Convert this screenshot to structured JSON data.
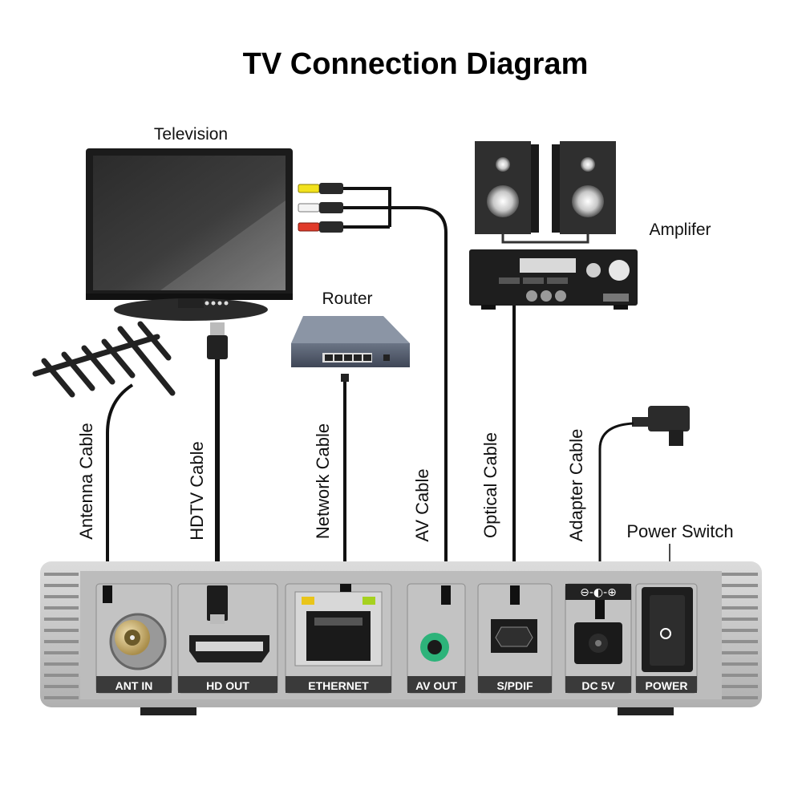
{
  "title": "TV Connection Diagram",
  "devices": {
    "television": "Television",
    "router": "Router",
    "amplifier": "Amplifer"
  },
  "cables": {
    "antenna": "Antenna Cable",
    "hdtv": "HDTV Cable",
    "network": "Network Cable",
    "av": "AV Cable",
    "optical": "Optical Cable",
    "adapter": "Adapter Cable"
  },
  "power_switch": "Power Switch",
  "ports": {
    "ant_in": "ANT IN",
    "hd_out": "HD OUT",
    "ethernet": "ETHERNET",
    "av_out": "AV OUT",
    "spdif": "S/PDIF",
    "dc_5v": "DC 5V",
    "power": "POWER"
  },
  "polarity": "⊖-◐-⊕",
  "colors": {
    "box_body": "#c9c9c9",
    "panel": "#b5b5b5",
    "port_label_bg": "#3a3a3a",
    "av_jack": "#2db37a",
    "rca_yellow": "#f2e21e",
    "rca_white": "#f4f4f4",
    "rca_red": "#e03a2a",
    "cable": "#111111"
  }
}
